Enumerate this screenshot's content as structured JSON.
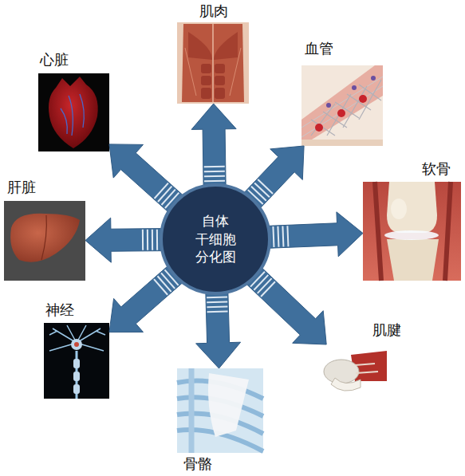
{
  "diagram": {
    "nodes": [
      {
        "text": [
          "自体 干细胞 分化图"
        ]
      },
      {
        "text": [
          "肌肉"
        ]
      },
      {
        "text": [
          "血管"
        ]
      },
      {
        "text": [
          "软骨"
        ]
      },
      {
        "text": [
          "肌腱"
        ]
      },
      {
        "text": [
          "骨骼"
        ]
      },
      {
        "text": [
          "神经"
        ]
      },
      {
        "text": [
          "肝脏"
        ]
      },
      {
        "text": [
          "心脏"
        ]
      }
    ],
    "edges": [
      {
        "from": 0,
        "to": 1,
        "arrow": "to"
      },
      {
        "from": 0,
        "to": 2,
        "arrow": "to"
      },
      {
        "from": 0,
        "to": 3,
        "arrow": "to"
      },
      {
        "from": 0,
        "to": 4,
        "arrow": "to"
      },
      {
        "from": 0,
        "to": 5,
        "arrow": "to"
      },
      {
        "from": 0,
        "to": 6,
        "arrow": "to"
      },
      {
        "from": 0,
        "to": 7,
        "arrow": "to"
      },
      {
        "from": 0,
        "to": 8,
        "arrow": "to"
      }
    ]
  }
}
